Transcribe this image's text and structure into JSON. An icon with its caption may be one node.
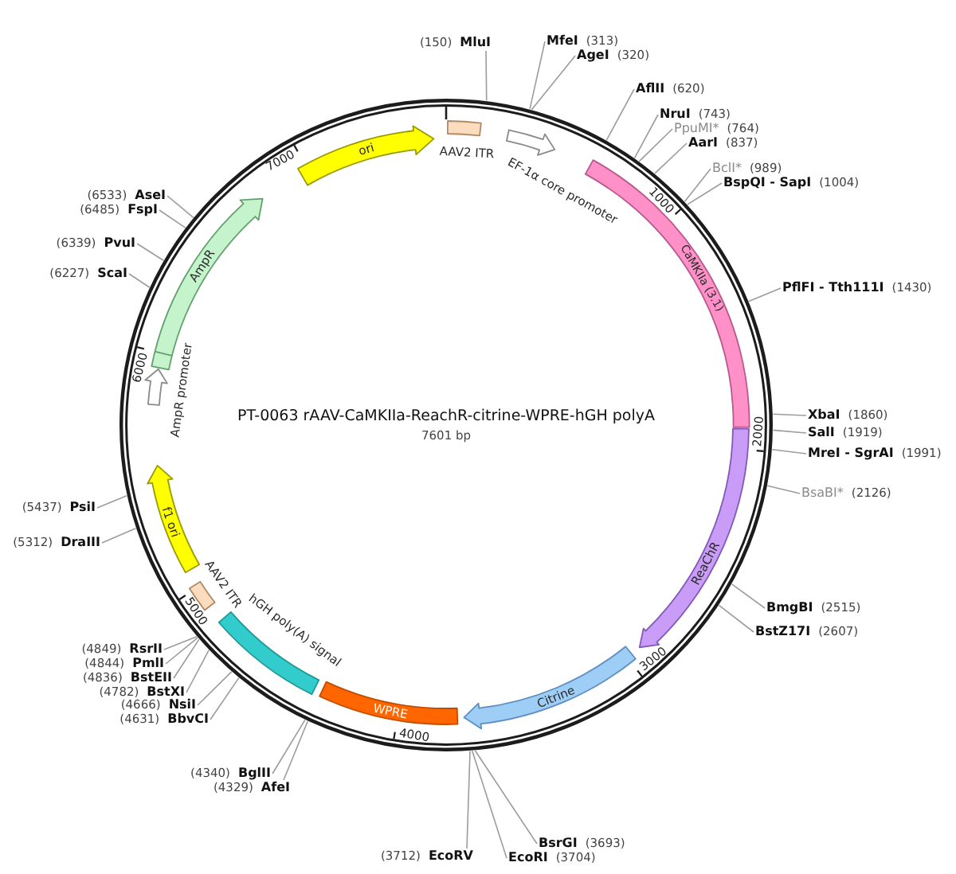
{
  "diagram": {
    "nodes": [
      {
        "text": [
          "PT-0063 rAAV-CaMKIIa-ReachR-citrine-WPRE-hGH polyA",
          "7601 bp"
        ]
      },
      {
        "text": [
          "AAV2 ITR"
        ],
        "in": 0
      },
      {
        "text": [
          "EF-1α core promoter"
        ],
        "in": 0
      },
      {
        "text": [
          "CaMKIIa (3.1)"
        ],
        "in": 0
      },
      {
        "text": [
          "ReaChR"
        ],
        "in": 0
      },
      {
        "text": [
          "Citrine"
        ],
        "in": 0
      },
      {
        "text": [
          "WPRE"
        ],
        "in": 0
      },
      {
        "text": [
          "hGH poly(A) signal"
        ],
        "in": 0
      },
      {
        "text": [
          "AAV2 ITR"
        ],
        "in": 0
      },
      {
        "text": [
          "f1 ori"
        ],
        "in": 0
      },
      {
        "text": [
          "AmpR promoter"
        ],
        "in": 0
      },
      {
        "text": [
          "AmpR"
        ],
        "in": 0
      },
      {
        "text": [
          "ori"
        ],
        "in": 0
      },
      {
        "text": [
          "(150)",
          "MluI"
        ]
      },
      {
        "text": [
          "MfeI",
          "(313)"
        ]
      },
      {
        "text": [
          "AgeI",
          "(320)"
        ]
      },
      {
        "text": [
          "AflII",
          "(620)"
        ]
      },
      {
        "text": [
          "NruI",
          "(743)"
        ]
      },
      {
        "text": [
          "PpuMI*",
          "(764)"
        ]
      },
      {
        "text": [
          "AarI",
          "(837)"
        ]
      },
      {
        "text": [
          "BclI*",
          "(989)"
        ]
      },
      {
        "text": [
          "BspQI - SapI",
          "(1004)"
        ]
      },
      {
        "text": [
          "PflFI - Tth111I",
          "(1430)"
        ]
      },
      {
        "text": [
          "XbaI",
          "(1860)"
        ]
      },
      {
        "text": [
          "SalI",
          "(1919)"
        ]
      },
      {
        "text": [
          "MreI - SgrAI",
          "(1991)"
        ]
      },
      {
        "text": [
          "BsaBI*",
          "(2126)"
        ]
      },
      {
        "text": [
          "BmgBI",
          "(2515)"
        ]
      },
      {
        "text": [
          "BstZ17I",
          "(2607)"
        ]
      },
      {
        "text": [
          "BsrGI",
          "(3693)"
        ]
      },
      {
        "text": [
          "EcoRI",
          "(3704)"
        ]
      },
      {
        "text": [
          "(3712)",
          "EcoRV"
        ]
      },
      {
        "text": [
          "(4329)",
          "AfeI"
        ]
      },
      {
        "text": [
          "(4340)",
          "BglII"
        ]
      },
      {
        "text": [
          "(4631)",
          "BbvCI"
        ]
      },
      {
        "text": [
          "(4666)",
          "NsiI"
        ]
      },
      {
        "text": [
          "(4782)",
          "BstXI"
        ]
      },
      {
        "text": [
          "(4836)",
          "BstEII"
        ]
      },
      {
        "text": [
          "(4844)",
          "PmlI"
        ]
      },
      {
        "text": [
          "(4849)",
          "RsrII"
        ]
      },
      {
        "text": [
          "(5312)",
          "DraIII"
        ]
      },
      {
        "text": [
          "(5437)",
          "PsiI"
        ]
      },
      {
        "text": [
          "(6227)",
          "ScaI"
        ]
      },
      {
        "text": [
          "(6339)",
          "PvuI"
        ]
      },
      {
        "text": [
          "(6485)",
          "FspI"
        ]
      },
      {
        "text": [
          "(6533)",
          "AseI"
        ]
      }
    ],
    "edges": [
      {
        "from": 13,
        "to": 0,
        "arrow": "none"
      },
      {
        "from": 14,
        "to": 0,
        "arrow": "none"
      },
      {
        "from": 15,
        "to": 0,
        "arrow": "none"
      },
      {
        "from": 16,
        "to": 0,
        "arrow": "none"
      },
      {
        "from": 17,
        "to": 0,
        "arrow": "none"
      },
      {
        "from": 18,
        "to": 0,
        "arrow": "none"
      },
      {
        "from": 19,
        "to": 0,
        "arrow": "none"
      },
      {
        "from": 20,
        "to": 0,
        "arrow": "none"
      },
      {
        "from": 21,
        "to": 0,
        "arrow": "none"
      },
      {
        "from": 22,
        "to": 0,
        "arrow": "none"
      },
      {
        "from": 23,
        "to": 0,
        "arrow": "none"
      },
      {
        "from": 24,
        "to": 0,
        "arrow": "none"
      },
      {
        "from": 25,
        "to": 0,
        "arrow": "none"
      },
      {
        "from": 26,
        "to": 0,
        "arrow": "none"
      },
      {
        "from": 27,
        "to": 0,
        "arrow": "none"
      },
      {
        "from": 28,
        "to": 0,
        "arrow": "none"
      },
      {
        "from": 29,
        "to": 0,
        "arrow": "none"
      },
      {
        "from": 30,
        "to": 0,
        "arrow": "none"
      },
      {
        "from": 31,
        "to": 0,
        "arrow": "none"
      },
      {
        "from": 32,
        "to": 0,
        "arrow": "none"
      },
      {
        "from": 33,
        "to": 0,
        "arrow": "none"
      },
      {
        "from": 34,
        "to": 0,
        "arrow": "none"
      },
      {
        "from": 35,
        "to": 0,
        "arrow": "none"
      },
      {
        "from": 36,
        "to": 0,
        "arrow": "none"
      },
      {
        "from": 37,
        "to": 0,
        "arrow": "none"
      },
      {
        "from": 38,
        "to": 0,
        "arrow": "none"
      },
      {
        "from": 39,
        "to": 0,
        "arrow": "none"
      },
      {
        "from": 40,
        "to": 0,
        "arrow": "none"
      },
      {
        "from": 41,
        "to": 0,
        "arrow": "none"
      },
      {
        "from": 42,
        "to": 0,
        "arrow": "none"
      },
      {
        "from": 43,
        "to": 0,
        "arrow": "none"
      },
      {
        "from": 44,
        "to": 0,
        "arrow": "none"
      },
      {
        "from": 45,
        "to": 0,
        "arrow": "none"
      }
    ],
    "labels": [
      "1000",
      "2000",
      "3000",
      "4000",
      "5000",
      "6000",
      "7000"
    ]
  }
}
